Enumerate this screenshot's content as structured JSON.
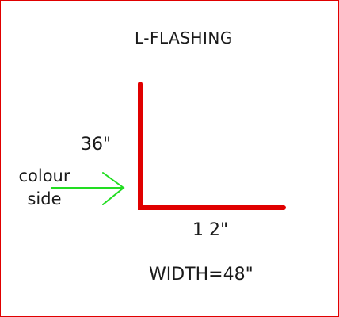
{
  "title": "L-FLASHING",
  "dimensions": {
    "vertical_leg": "36\"",
    "horizontal_leg": "1 2\""
  },
  "colour_side": {
    "line1": "colour",
    "line2": "side"
  },
  "width_note": "WIDTH=48\"",
  "colors": {
    "profile": "#e00000",
    "arrow": "#22dd22",
    "border": "#e00000",
    "text": "#1a1a1a"
  }
}
